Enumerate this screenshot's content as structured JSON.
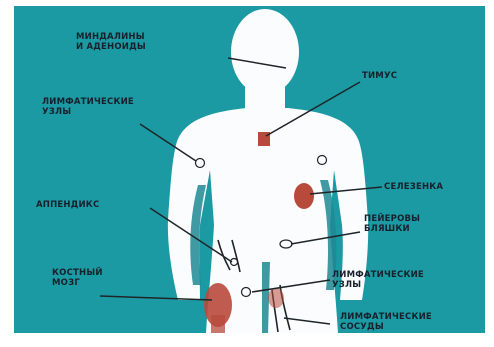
{
  "colors": {
    "background": "#1b9aa4",
    "body": "#fbfcfd",
    "shadow": "#1e8894",
    "organ": "#b84a3c",
    "line": "#1f2527",
    "text": "#17202a"
  },
  "labels": {
    "tonsils": [
      "МИНДАЛИНЫ",
      "И АДЕНОИДЫ"
    ],
    "thymus": "ТИМУС",
    "lymph_nodes_upper": [
      "ЛИМФАТИЧЕСКИЕ",
      "УЗЛЫ"
    ],
    "spleen": "СЕЛЕЗЕНКА",
    "appendix": "АППЕНДИКС",
    "peyer_patches": [
      "ПЕЙЕРОВЫ",
      "БЛЯШКИ"
    ],
    "bone_marrow": [
      "КОСТНЫЙ",
      "МОЗГ"
    ],
    "lymph_nodes_lower": [
      "ЛИМФАТИЧЕСКИЕ",
      "УЗЛЫ"
    ],
    "lymph_vessels": [
      "ЛИМФАТИЧЕСКИЕ",
      "СОСУДЫ"
    ]
  }
}
